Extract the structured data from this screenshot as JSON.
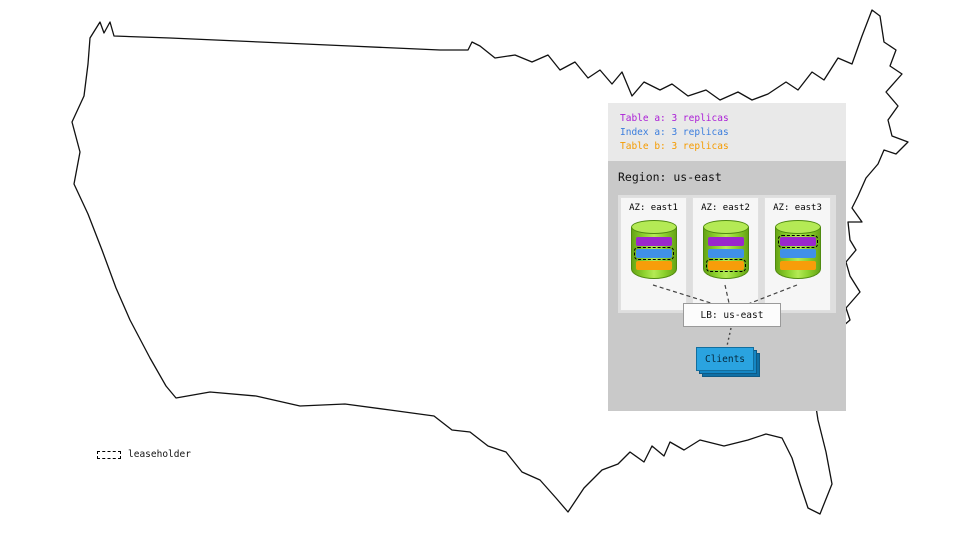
{
  "colors": {
    "database_green": "#8ed32f",
    "database_green_light": "#b4ea55",
    "database_green_dark": "#66a414",
    "database_edge": "#4f8a10",
    "clients_blue": "#2aa3e0"
  },
  "panel": {
    "legend": {
      "items": [
        {
          "name": "table-a",
          "label": "Table a: 3 replicas",
          "color": "#ab1fd6"
        },
        {
          "name": "index-a",
          "label": "Index a: 3 replicas",
          "color": "#3c7edd"
        },
        {
          "name": "table-b",
          "label": "Table b: 3 replicas",
          "color": "#f59b00"
        }
      ]
    },
    "region": {
      "label": "Region: us-east",
      "azs": [
        {
          "label": "AZ: east1",
          "replicas": [
            {
              "name": "table-a",
              "color": "#9a27cc",
              "leaseholder": false
            },
            {
              "name": "index-a",
              "color": "#4090e8",
              "leaseholder": true
            },
            {
              "name": "table-b",
              "color": "#f79d0a",
              "leaseholder": false
            }
          ]
        },
        {
          "label": "AZ: east2",
          "replicas": [
            {
              "name": "table-a",
              "color": "#9a27cc",
              "leaseholder": false
            },
            {
              "name": "index-a",
              "color": "#4090e8",
              "leaseholder": false
            },
            {
              "name": "table-b",
              "color": "#f79d0a",
              "leaseholder": true
            }
          ]
        },
        {
          "label": "AZ: east3",
          "replicas": [
            {
              "name": "table-a",
              "color": "#9a27cc",
              "leaseholder": true
            },
            {
              "name": "index-a",
              "color": "#4090e8",
              "leaseholder": false
            },
            {
              "name": "table-b",
              "color": "#f79d0a",
              "leaseholder": false
            }
          ]
        }
      ],
      "load_balancer": {
        "label": "LB: us-east"
      },
      "clients": {
        "label": "Clients"
      }
    }
  },
  "map_legend": {
    "leaseholder_label": "leaseholder"
  }
}
